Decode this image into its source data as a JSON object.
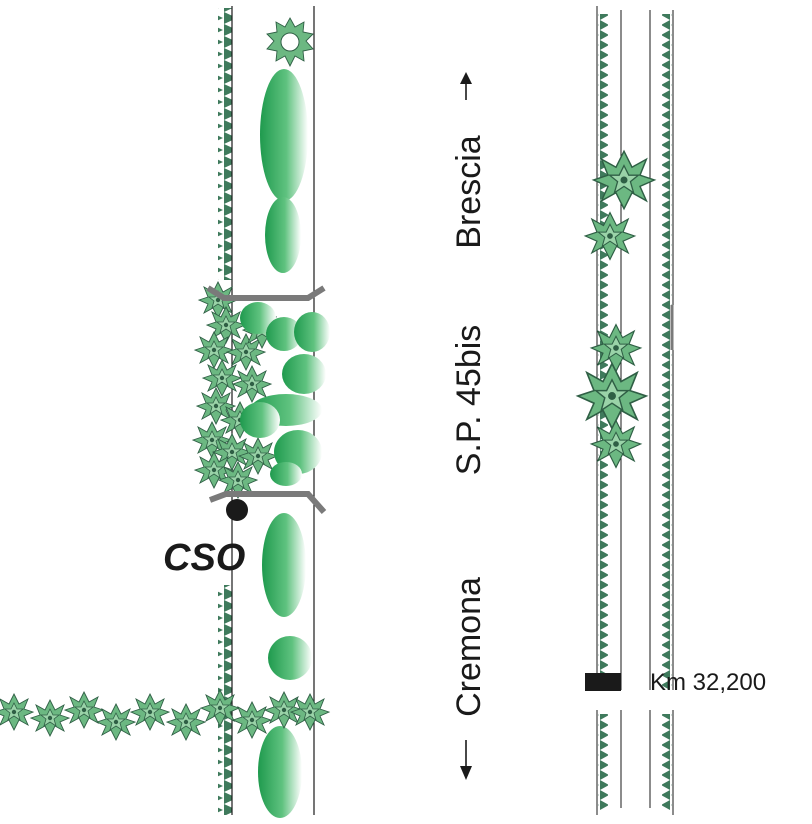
{
  "labels": {
    "station": "CSO",
    "north": "Brescia",
    "road": "S.P. 45bis",
    "south": "Cremona",
    "km_marker": "Km 32,200"
  },
  "colors": {
    "hedge_dark": "#3f7a5c",
    "hedge_light": "#6cb882",
    "tree_green": "#2fa35a",
    "bridge": "#7a7a7a",
    "line": "#1a1a1a"
  }
}
